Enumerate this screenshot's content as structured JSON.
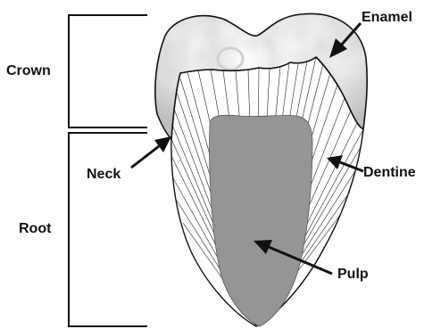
{
  "labels": {
    "crown": "Crown",
    "neck": "Neck",
    "root": "Root",
    "enamel": "Enamel",
    "dentine": "Dentine",
    "pulp": "Pulp"
  },
  "colors": {
    "outline": "#111111",
    "enamel_fill": "#ececec",
    "dentine_fill": "#ffffff",
    "dentine_lines": "#222222",
    "pulp_fill": "#8f8f8f",
    "text": "#111111"
  }
}
